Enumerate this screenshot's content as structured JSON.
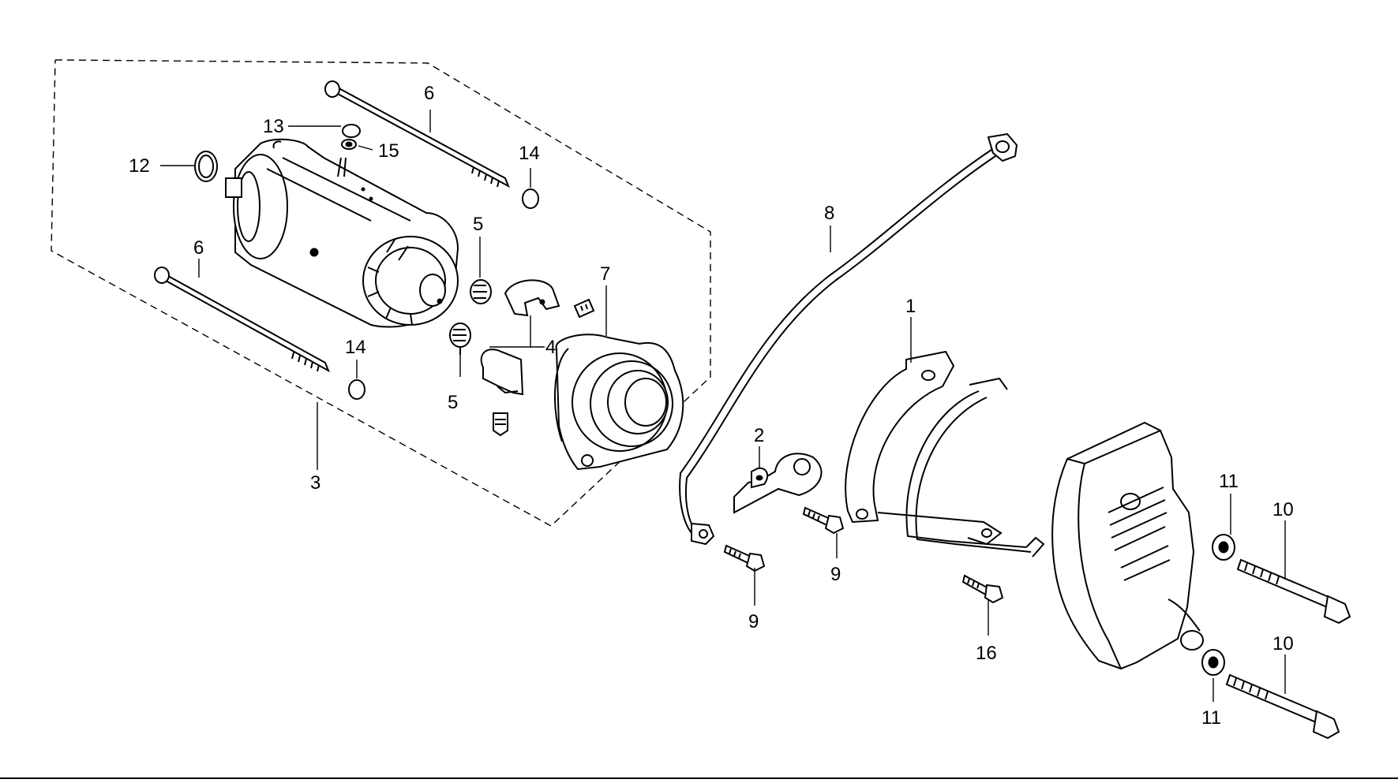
{
  "callouts": {
    "c1": "1",
    "c2": "2",
    "c3": "3",
    "c4": "4",
    "c5a": "5",
    "c5b": "5",
    "c6a": "6",
    "c6b": "6",
    "c7": "7",
    "c8": "8",
    "c9a": "9",
    "c9b": "9",
    "c10a": "10",
    "c10b": "10",
    "c11a": "11",
    "c11b": "11",
    "c12": "12",
    "c13": "13",
    "c14a": "14",
    "c14b": "14",
    "c15": "15",
    "c16": "16"
  },
  "colors": {
    "line": "#000000",
    "background": "#ffffff"
  }
}
